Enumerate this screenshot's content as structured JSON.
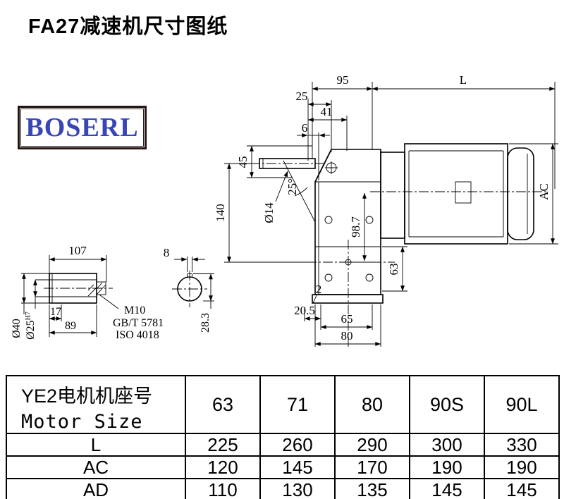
{
  "page": {
    "title": "FA27减速机尺寸图纸"
  },
  "logo": {
    "text": "BOSERL"
  },
  "drawing": {
    "top_dims": {
      "d95": "95",
      "dL": "L",
      "d25": "25",
      "d41": "41",
      "d6": "6"
    },
    "left_dims": {
      "d45": "45",
      "d140": "140",
      "d14": "Ø14",
      "angle": "25°"
    },
    "right_dims": {
      "d987": "98.7",
      "dAC": "AC",
      "d63": "63"
    },
    "bottom_dims": {
      "d2": "2",
      "d205": "20.5",
      "d65": "65",
      "d80": "80"
    },
    "shaft_detail": {
      "d107": "107",
      "d8": "8",
      "d17": "17",
      "d89": "89",
      "d283": "28.3",
      "d40": "Ø40",
      "d25b": "Ø25",
      "d25sup": "H7",
      "m10": "M10",
      "gbt": "GB/T 5781",
      "iso": "ISO 4018"
    }
  },
  "table": {
    "header_line1": "YE2电机机座号",
    "header_line2": "Motor Size",
    "sizes": [
      "63",
      "71",
      "80",
      "90S",
      "90L"
    ],
    "rows": [
      {
        "label": "L",
        "values": [
          "225",
          "260",
          "290",
          "300",
          "330"
        ]
      },
      {
        "label": "AC",
        "values": [
          "120",
          "145",
          "170",
          "190",
          "190"
        ]
      },
      {
        "label": "AD",
        "values": [
          "110",
          "130",
          "135",
          "145",
          "145"
        ]
      }
    ]
  }
}
